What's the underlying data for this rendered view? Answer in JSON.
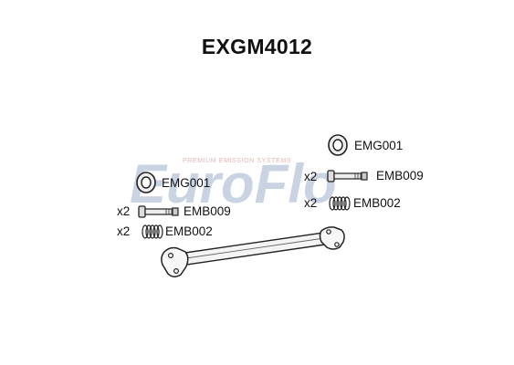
{
  "title": "EXGM4012",
  "watermark": {
    "brand": "EuroFlo",
    "tagline": "PREMIUM EMISSION SYSTEMS",
    "color_main": "#c9d3e2",
    "color_accent": "#f2c8c8"
  },
  "parts": {
    "gasket_left": {
      "code": "EMG001"
    },
    "bolt_left": {
      "qty": "x2",
      "code": "EMB009"
    },
    "spring_left": {
      "qty": "x2",
      "code": "EMB002"
    },
    "gasket_right": {
      "code": "EMG001"
    },
    "bolt_right": {
      "qty": "x2",
      "code": "EMB009"
    },
    "spring_right": {
      "qty": "x2",
      "code": "EMB002"
    }
  }
}
